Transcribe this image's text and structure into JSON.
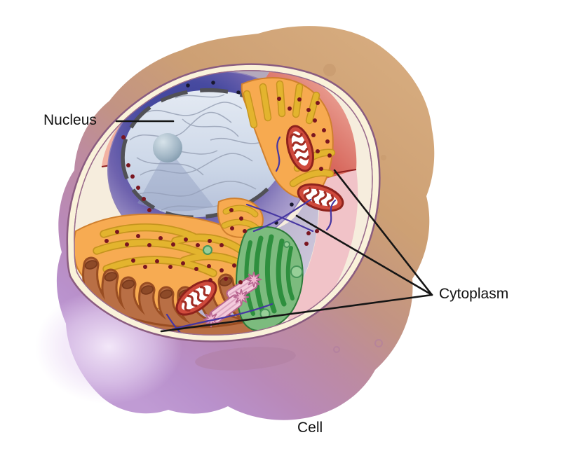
{
  "diagram": {
    "labels": {
      "nucleus": "Nucleus",
      "cytoplasm": "Cytoplasm",
      "cell": "Cell"
    },
    "organelles_depicted": [
      "cell membrane",
      "cytoplasm",
      "nucleus",
      "nucleolus",
      "chromatin",
      "nuclear envelope",
      "rough endoplasmic reticulum",
      "smooth endoplasmic reticulum",
      "golgi apparatus",
      "mitochondria",
      "centrioles",
      "microtubules",
      "ribosomes"
    ],
    "palette": {
      "exterior_tan": "#cda074",
      "exterior_mauve": "#c08ba4",
      "exterior_purple": "#b78fc9",
      "membrane_cream": "#faf2da",
      "membrane_outline": "#8a5c80",
      "cytosol_cream": "#f6eddd",
      "cytosol_red": "#cf4b41",
      "cytosol_pink": "#f1c3c8",
      "cytosol_gray": "#a9a2c2",
      "nucleus_blue": "#3c3f99",
      "nucleoplasm_blue": "#ccd7e8",
      "er_orange": "#f7aa50",
      "er_gold": "#e3b42e",
      "golgi_green": "#6db56f",
      "smooth_er_brown": "#b96f45",
      "mitochondrion_red": "#cf4a3c",
      "centriole_pink": "#f4cbdc",
      "microtubule_purple": "#4636a2",
      "ribosome_maroon": "#7a1620",
      "label_color": "#111111",
      "background": "#ffffff"
    }
  }
}
